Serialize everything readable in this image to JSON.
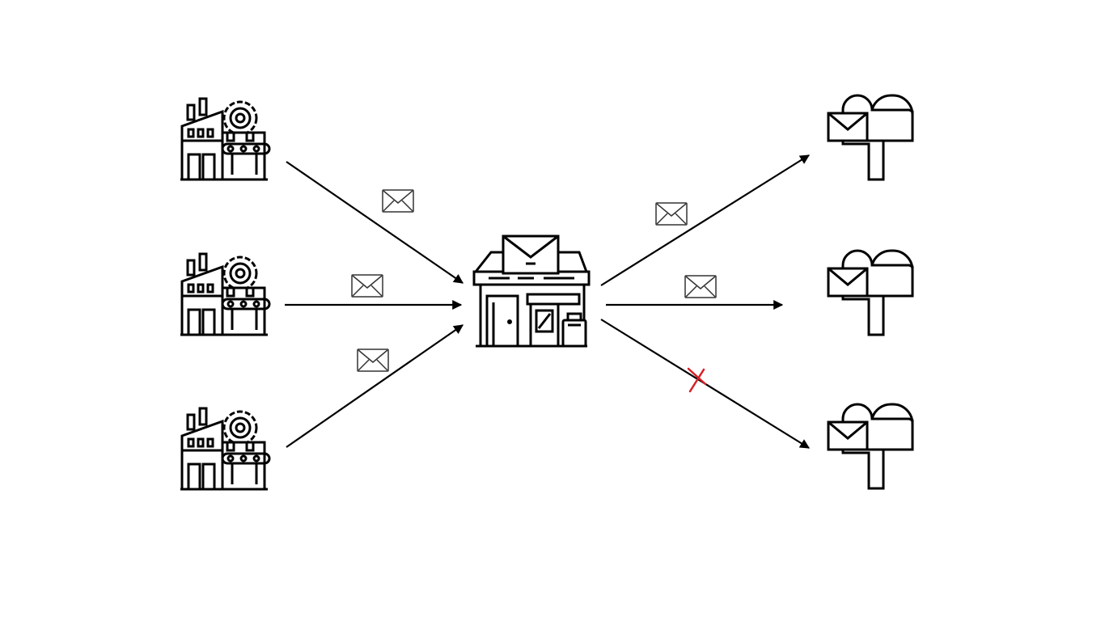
{
  "diagram": {
    "nodes": {
      "producers": [
        {
          "id": "producer-1",
          "icon": "factory-icon"
        },
        {
          "id": "producer-2",
          "icon": "factory-icon"
        },
        {
          "id": "producer-3",
          "icon": "factory-icon"
        }
      ],
      "broker": {
        "id": "broker",
        "icon": "post-office-icon"
      },
      "consumers": [
        {
          "id": "consumer-1",
          "icon": "mailbox-icon"
        },
        {
          "id": "consumer-2",
          "icon": "mailbox-icon"
        },
        {
          "id": "consumer-3",
          "icon": "mailbox-icon"
        }
      ]
    },
    "edges": [
      {
        "from": "producer-1",
        "to": "broker",
        "carries": "envelope-icon",
        "delivered": true
      },
      {
        "from": "producer-2",
        "to": "broker",
        "carries": "envelope-icon",
        "delivered": true
      },
      {
        "from": "producer-3",
        "to": "broker",
        "carries": "envelope-icon",
        "delivered": true
      },
      {
        "from": "broker",
        "to": "consumer-1",
        "carries": "envelope-icon",
        "delivered": true
      },
      {
        "from": "broker",
        "to": "consumer-2",
        "carries": "envelope-icon",
        "delivered": true
      },
      {
        "from": "broker",
        "to": "consumer-3",
        "carries": null,
        "delivered": false,
        "marker": "red-x-icon"
      }
    ],
    "colors": {
      "stroke": "#000000",
      "failure": "#d61f26",
      "background": "#ffffff"
    }
  }
}
